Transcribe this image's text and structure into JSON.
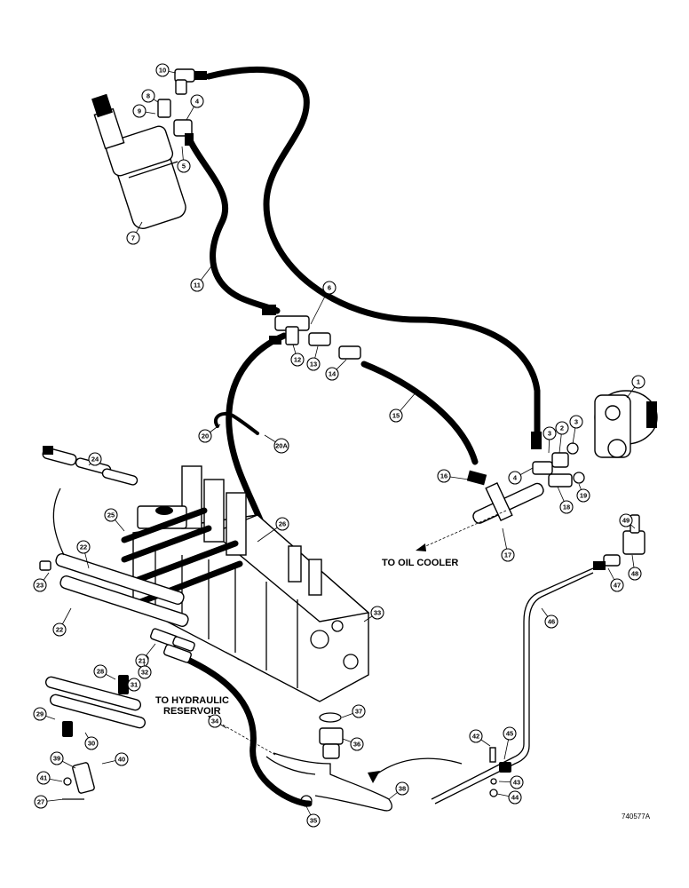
{
  "labels": {
    "to_oil_cooler": "TO OIL COOLER",
    "to_reservoir_line1": "TO HYDRAULIC",
    "to_reservoir_line2": "RESERVOIR",
    "drawing_number": "740577A"
  },
  "callouts": [
    "1",
    "2",
    "3",
    "3",
    "4",
    "4",
    "5",
    "6",
    "7",
    "8",
    "9",
    "10",
    "11",
    "12",
    "13",
    "14",
    "15",
    "16",
    "17",
    "18",
    "19",
    "20",
    "20A",
    "21",
    "22",
    "22",
    "23",
    "24",
    "25",
    "26",
    "27",
    "28",
    "29",
    "30",
    "31",
    "32",
    "33",
    "34",
    "35",
    "36",
    "37",
    "38",
    "39",
    "40",
    "41",
    "42",
    "43",
    "44",
    "45",
    "46",
    "47",
    "48",
    "49"
  ]
}
